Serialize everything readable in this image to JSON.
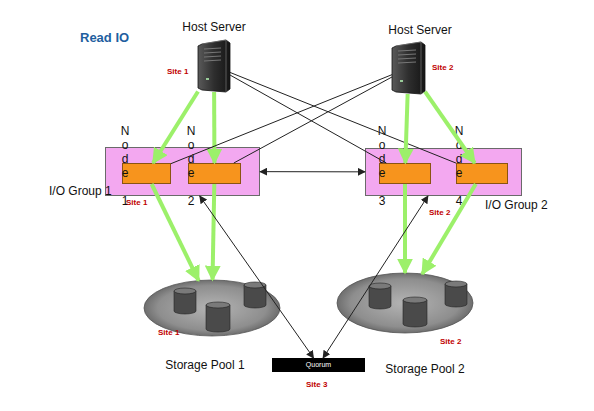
{
  "diagram": {
    "title": "Read IO",
    "nodes": [
      {
        "text": [
          "Host Server",
          "Site 1"
        ]
      },
      {
        "text": [
          "Host Server",
          "Site 2"
        ]
      },
      {
        "text": [
          "I/O Group 1",
          "Site 1"
        ]
      },
      {
        "text": [
          "Node 1"
        ],
        "in": 2
      },
      {
        "text": [
          "Node 2"
        ],
        "in": 2
      },
      {
        "text": [
          "I/O Group 2",
          "Site 2"
        ]
      },
      {
        "text": [
          "Node 3"
        ],
        "in": 5
      },
      {
        "text": [
          "Node 4"
        ],
        "in": 5
      },
      {
        "text": [
          "Site 1",
          "Storage Pool 1"
        ]
      },
      {
        "text": [
          "Site 2",
          "Storage Pool 2"
        ]
      },
      {
        "text": [
          "Quorum",
          "Site 3"
        ]
      }
    ],
    "edges": [
      {
        "from": 0,
        "to": 3,
        "arrow": "to"
      },
      {
        "from": 0,
        "to": 4,
        "arrow": "to"
      },
      {
        "from": 0,
        "to": 6,
        "arrow": "none"
      },
      {
        "from": 0,
        "to": 7,
        "arrow": "none"
      },
      {
        "from": 1,
        "to": 3,
        "arrow": "none"
      },
      {
        "from": 1,
        "to": 4,
        "arrow": "none"
      },
      {
        "from": 1,
        "to": 6,
        "arrow": "to"
      },
      {
        "from": 1,
        "to": 7,
        "arrow": "to"
      },
      {
        "from": 3,
        "to": 8,
        "arrow": "to"
      },
      {
        "from": 4,
        "to": 8,
        "arrow": "to"
      },
      {
        "from": 6,
        "to": 9,
        "arrow": "to"
      },
      {
        "from": 7,
        "to": 9,
        "arrow": "to"
      },
      {
        "from": 2,
        "to": 5,
        "arrow": "both"
      },
      {
        "from": 2,
        "to": 10,
        "arrow": "both"
      },
      {
        "from": 5,
        "to": 10,
        "arrow": "both"
      }
    ]
  }
}
